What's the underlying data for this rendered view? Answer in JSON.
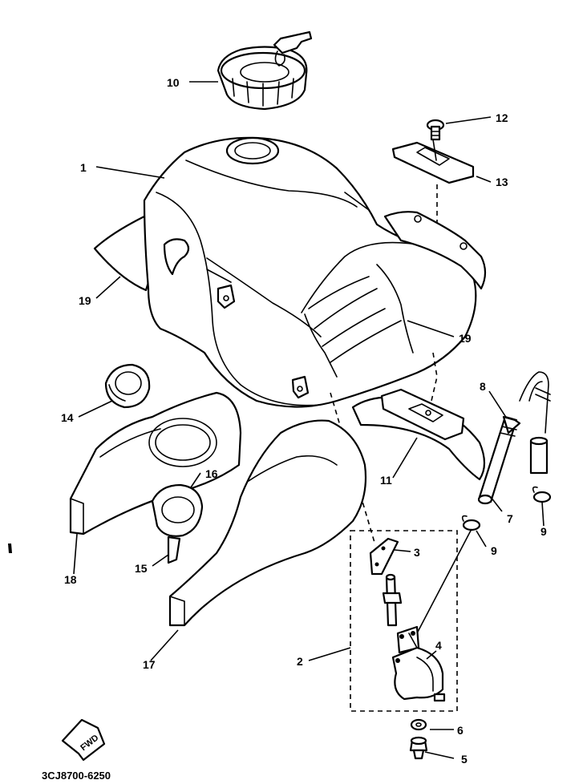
{
  "diagram": {
    "drawing_code": "3CJ8700-6250",
    "direction_label": "FWD",
    "callouts": {
      "c1": "1",
      "c2": "2",
      "c3": "3",
      "c4": "4",
      "c5": "5",
      "c6": "6",
      "c7": "7",
      "c8": "8",
      "c9a": "9",
      "c9b": "9",
      "c10": "10",
      "c11": "11",
      "c12": "12",
      "c13": "13",
      "c14": "14",
      "c15": "15",
      "c16": "16",
      "c17": "17",
      "c18": "18",
      "c19a": "19",
      "c19b": "19"
    }
  }
}
